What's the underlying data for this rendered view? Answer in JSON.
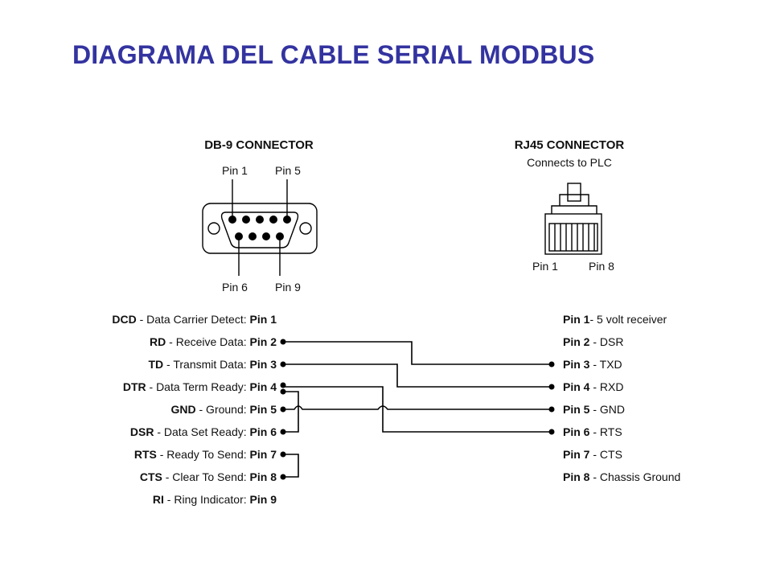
{
  "title": "DIAGRAMA DEL CABLE SERIAL MODBUS",
  "db9": {
    "header": "DB-9 CONNECTOR",
    "pin1_label": "Pin 1",
    "pin5_label": "Pin 5",
    "pin6_label": "Pin 6",
    "pin9_label": "Pin 9"
  },
  "rj45": {
    "header": "RJ45 CONNECTOR",
    "subheader": "Connects to PLC",
    "pin1_label": "Pin 1",
    "pin8_label": "Pin 8"
  },
  "db9_signals": [
    {
      "abbr": "DCD",
      "desc": " - Data Carrier Detect:",
      "pin": " Pin 1"
    },
    {
      "abbr": "RD",
      "desc": " - Receive Data:",
      "pin": " Pin 2"
    },
    {
      "abbr": "TD",
      "desc": " - Transmit Data:",
      "pin": " Pin 3"
    },
    {
      "abbr": "DTR",
      "desc": " - Data Term Ready:",
      "pin": " Pin 4"
    },
    {
      "abbr": "GND",
      "desc": " - Ground:",
      "pin": " Pin 5"
    },
    {
      "abbr": "DSR",
      "desc": " - Data Set Ready:",
      "pin": " Pin 6"
    },
    {
      "abbr": "RTS",
      "desc": " - Ready To Send:",
      "pin": " Pin 7"
    },
    {
      "abbr": "CTS",
      "desc": " - Clear To Send:",
      "pin": " Pin 8"
    },
    {
      "abbr": "RI",
      "desc": " - Ring Indicator:",
      "pin": " Pin 9"
    }
  ],
  "rj45_signals": [
    {
      "pin": "Pin 1",
      "desc": "- 5 volt receiver"
    },
    {
      "pin": "Pin 2",
      "desc": " - DSR"
    },
    {
      "pin": "Pin 3",
      "desc": " - TXD"
    },
    {
      "pin": "Pin 4",
      "desc": " - RXD"
    },
    {
      "pin": "Pin 5",
      "desc": " - GND"
    },
    {
      "pin": "Pin 6",
      "desc": " - RTS"
    },
    {
      "pin": "Pin 7",
      "desc": " - CTS"
    },
    {
      "pin": "Pin 8",
      "desc": " - Chassis Ground"
    }
  ],
  "connections": [
    {
      "db9_pin": 2,
      "rj45_pin": 3
    },
    {
      "db9_pin": 3,
      "rj45_pin": 4
    },
    {
      "db9_pin": 5,
      "rj45_pin": 5
    },
    {
      "db9_pin": 4,
      "rj45_pin": 6
    },
    {
      "db9_pin": 4,
      "db9_pin_b": 6
    },
    {
      "db9_pin": 7,
      "db9_pin_b": 8
    }
  ]
}
